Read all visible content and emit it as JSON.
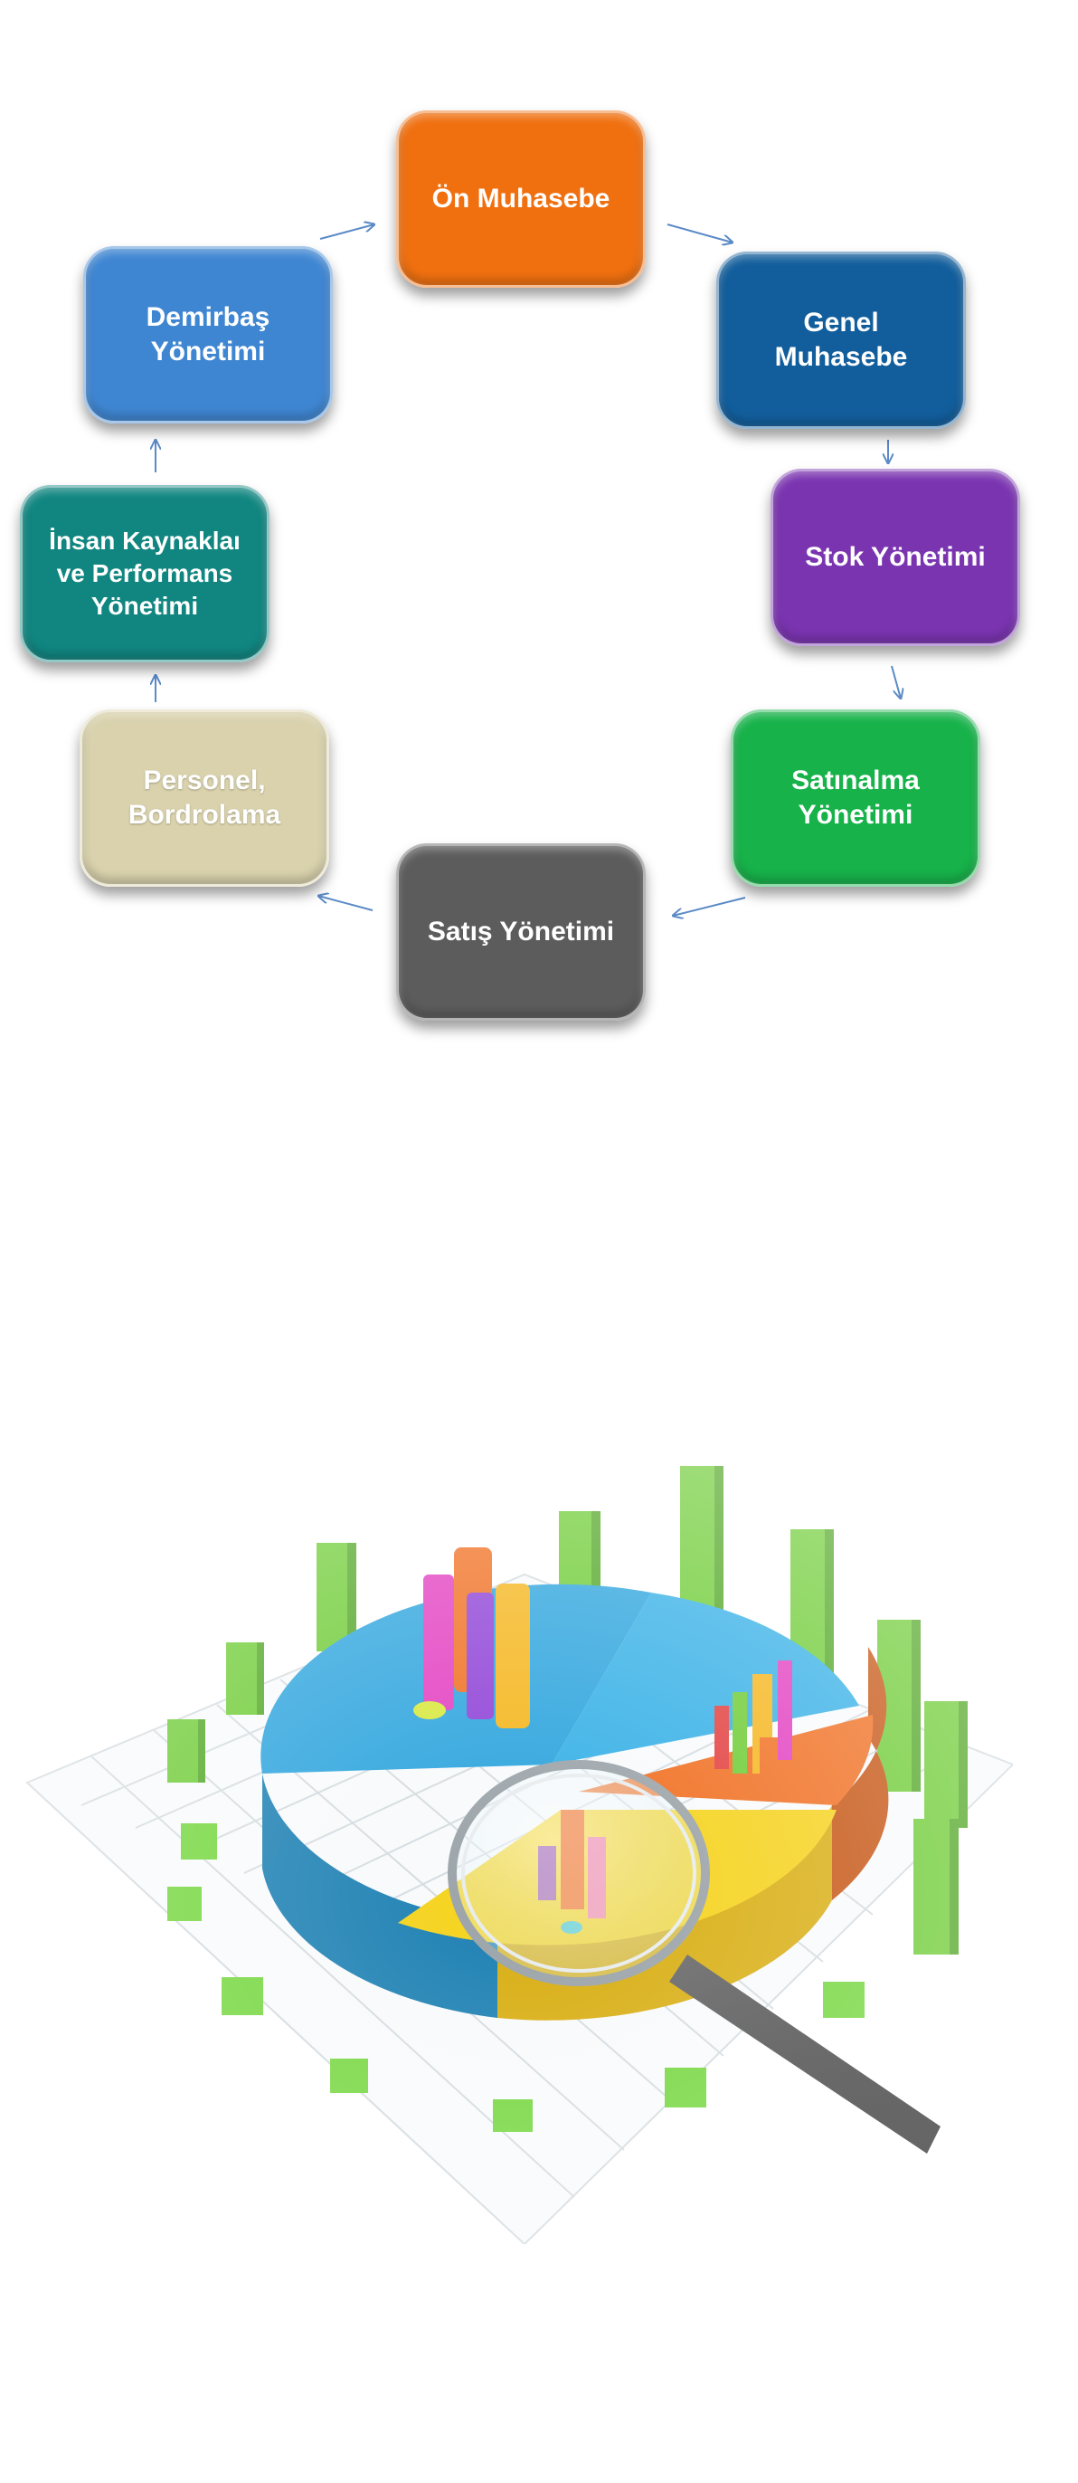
{
  "diagram": {
    "steps": [
      {
        "label": "Ön Muhasebe",
        "color": "#f07010"
      },
      {
        "label": "Genel\nMuhasebe",
        "color": "#125e9c"
      },
      {
        "label": "Stok Yönetimi",
        "color": "#7a34b0"
      },
      {
        "label": "Satınalma\nYönetimi",
        "color": "#17b24a"
      },
      {
        "label": "Satış Yönetimi",
        "color": "#5c5c5c"
      },
      {
        "label": "Personel,\nBordrolama",
        "color": "#d9d2ad"
      },
      {
        "label": "İnsan Kaynaklaı\nve Performans\nYönetimi",
        "color": "#118680"
      },
      {
        "label": "Demirbaş\nYönetimi",
        "color": "#3f86d2"
      }
    ],
    "arrow_color": "#5b8ac6"
  },
  "illustration": {
    "subject": "pie-chart-with-bars-and-magnifier-icon",
    "colors": {
      "blue": "#2aa3dd",
      "orange": "#f06d1e",
      "yellow": "#f5d21a",
      "green": "#72d63a",
      "grid": "#c9d3d8",
      "handle": "#3d3d3d"
    }
  }
}
